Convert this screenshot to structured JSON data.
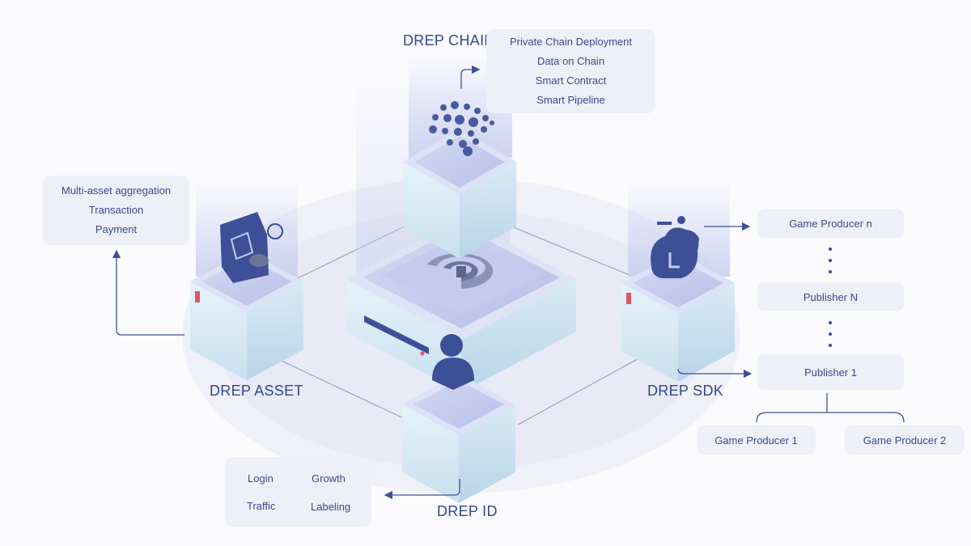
{
  "colors": {
    "accent": "#3d4f96",
    "box_bg": "#eef0f8",
    "text": "#3a4a8a",
    "node_top": "#c9d0ef",
    "node_side": "#d6ecf7",
    "alert": "#e0556a"
  },
  "chain": {
    "title": "DREP CHAIN",
    "features": [
      "Private Chain Deployment",
      "Data on Chain",
      "Smart Contract",
      "Smart Pipeline"
    ],
    "icon": "network-nodes-icon"
  },
  "asset": {
    "title": "DREP ASSET",
    "features": [
      "Multi-asset aggregation",
      "Transaction",
      "Payment"
    ],
    "icon": "wallet-icon"
  },
  "sdk": {
    "title": "DREP SDK",
    "icon": "cloud-gear-icon",
    "game_producer_n": "Game Producer n",
    "publisher_n": "Publisher N",
    "publisher_1": "Publisher 1",
    "game_producer_1": "Game Producer 1",
    "game_producer_2": "Game Producer 2"
  },
  "id": {
    "title": "DREP ID",
    "icon": "user-icon",
    "features": [
      "Login",
      "Growth",
      "Traffic",
      "Labeling"
    ]
  },
  "core": {
    "icon": "drep-logo-icon"
  }
}
